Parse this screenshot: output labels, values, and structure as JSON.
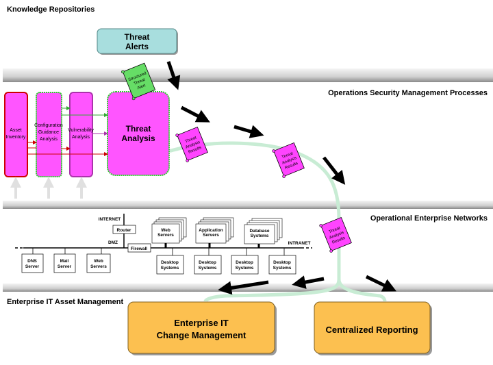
{
  "layers": {
    "knowledge": "Knowledge Repositories",
    "operations": "Operations Security Management Processes",
    "networks": "Operational Enterprise Networks",
    "asset_mgmt": "Enterprise IT Asset Management"
  },
  "threat_alerts": [
    "Threat",
    "Alerts"
  ],
  "structured_alert": [
    "Structured",
    "Threat",
    "Alert"
  ],
  "processes": {
    "asset_inventory": [
      "Asset",
      "Inventory"
    ],
    "config_guidance": [
      "Configuration",
      "Guidance",
      "Analysis"
    ],
    "vulnerability": [
      "Vulnerability",
      "Analysis"
    ],
    "threat_analysis": [
      "Threat",
      "Analysis"
    ]
  },
  "scroll_label": [
    "Threat",
    "Analysis",
    "Results"
  ],
  "network": {
    "internet": "INTERNET",
    "router": "Router",
    "dmz": "DMZ",
    "firewall": "Firewall",
    "intranet": "INTRANET",
    "web_servers": [
      "Web",
      "Servers"
    ],
    "app_servers": [
      "Application",
      "Servers"
    ],
    "db_systems": [
      "Database",
      "Systems"
    ],
    "dns": [
      "DNS",
      "Server"
    ],
    "mail": [
      "Mail",
      "Server"
    ],
    "web": [
      "Web",
      "Servers"
    ],
    "desktop": [
      "Desktop",
      "Systems"
    ]
  },
  "outputs": {
    "change_mgmt": [
      "Enterprise IT",
      "Change Management"
    ],
    "reporting": "Centralized Reporting"
  },
  "colors": {
    "process": "#ff55ff",
    "alerts": "#a8dede",
    "output": "#fcc050",
    "flow": "#c8ecd4",
    "alert_scroll": "#66dd66"
  }
}
